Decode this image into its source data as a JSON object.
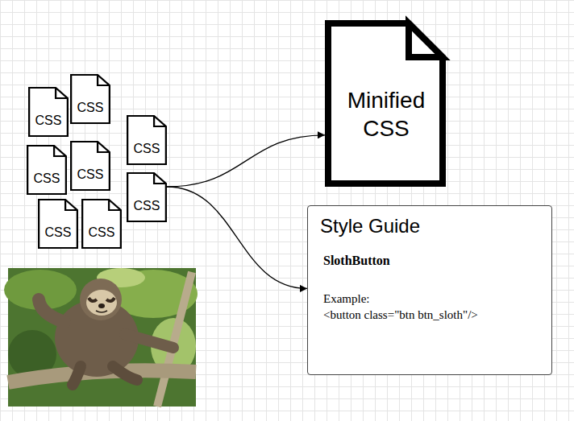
{
  "diagram": {
    "nodes": [
      {
        "text": [
          "CSS"
        ]
      },
      {
        "text": [
          "CSS"
        ]
      },
      {
        "text": [
          "CSS"
        ]
      },
      {
        "text": [
          "CSS"
        ]
      },
      {
        "text": [
          "CSS"
        ]
      },
      {
        "text": [
          "CSS"
        ]
      },
      {
        "text": [
          "CSS"
        ]
      },
      {
        "text": [
          "CSS"
        ]
      },
      {
        "text": [
          "Minified CSS"
        ]
      },
      {
        "text": [
          "Style Guide",
          "SlothButton",
          "Example:",
          "<button class=\"btn btn_sloth\"/>"
        ]
      }
    ],
    "edges": [
      {
        "from": 5,
        "to": 8,
        "arrow": "to"
      },
      {
        "from": 5,
        "to": 9,
        "arrow": "to"
      }
    ]
  }
}
